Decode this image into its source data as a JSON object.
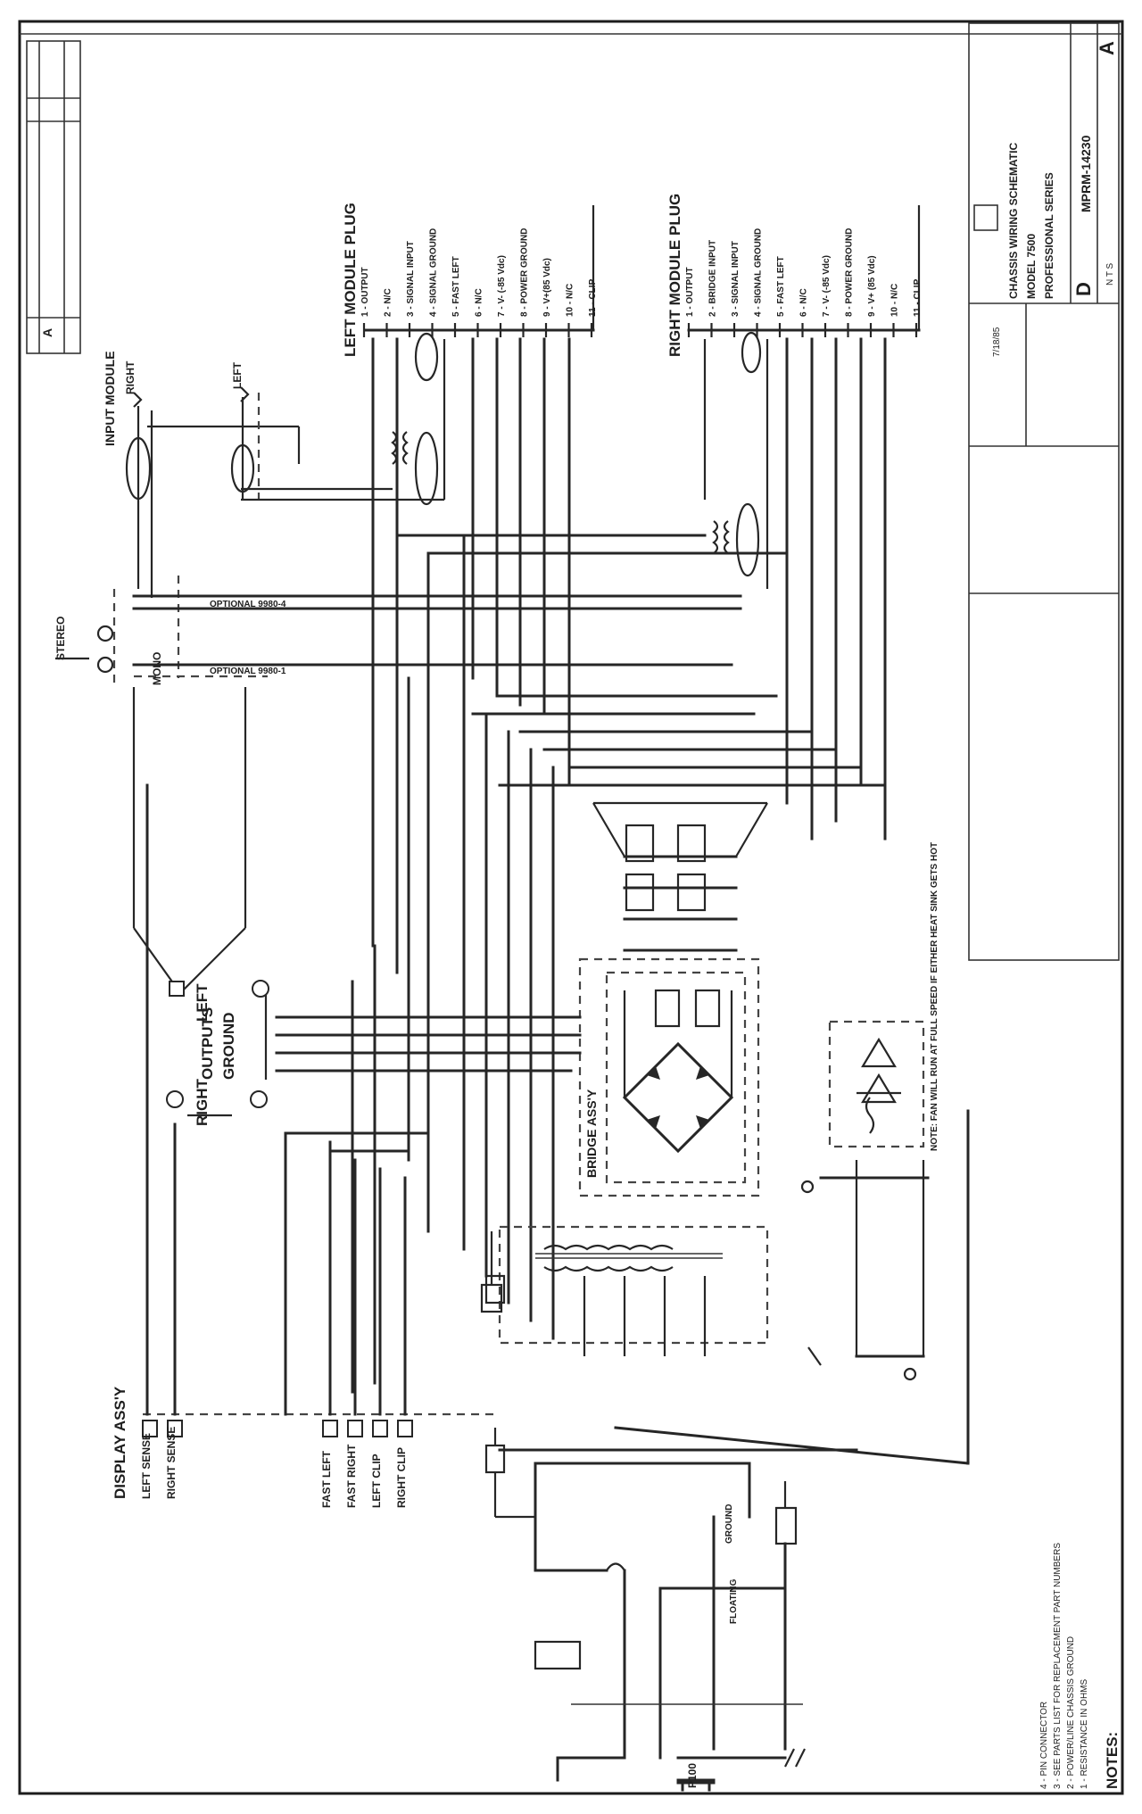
{
  "title_block": {
    "title_line1": "CHASSIS WIRING SCHEMATIC",
    "title_line2": "MODEL 7500",
    "title_line3": "PROFESSIONAL SERIES",
    "drawing_no": "MPRM-14230",
    "size": "D",
    "rev": "A",
    "scale": "N T S",
    "date": "7/18/85"
  },
  "plugs": {
    "left_title": "LEFT MODULE PLUG",
    "left_pins": [
      "1 - OUTPUT",
      "2 - N/C",
      "3 - SIGNAL INPUT",
      "4 - SIGNAL GROUND",
      "5 - FAST LEFT",
      "6 - N/C",
      "7 - V- (-85 Vdc)",
      "8 - POWER GROUND",
      "9 - V+(85 Vdc)",
      "10 - N/C",
      "11 - CLIP"
    ],
    "right_title": "RIGHT MODULE PLUG",
    "right_pins": [
      "1 - OUTPUT",
      "2 - BRIDGE INPUT",
      "3 - SIGNAL INPUT",
      "4 - SIGNAL GROUND",
      "5 - FAST LEFT",
      "6 - N/C",
      "7 - V- (-85 Vdc)",
      "8 - POWER GROUND",
      "9 - V+ (85 Vdc)",
      "10 - N/C",
      "11 - CLIP"
    ]
  },
  "blocks": {
    "input_module": "INPUT MODULE",
    "right": "RIGHT",
    "left": "LEFT",
    "stereo": "STEREO",
    "mono": "MONO",
    "outputs": "OUTPUTS",
    "ground": "GROUND",
    "out_right": "RIGHT",
    "out_left": "LEFT",
    "bridge": "BRIDGE ASS'Y",
    "display": "DISPLAY ASS'Y",
    "left_sense": "LEFT SENSE",
    "right_sense": "RIGHT SENSE",
    "fast_left": "FAST LEFT",
    "fast_right": "FAST RIGHT",
    "left_clip": "LEFT CLIP",
    "right_clip": "RIGHT CLIP",
    "optional1": "OPTIONAL 9980-4",
    "optional2": "OPTIONAL 9980-1",
    "fan_note": "NOTE: FAN WILL RUN AT FULL SPEED IF EITHER HEAT SINK GETS HOT",
    "floating": "FLOATING",
    "ground_label": "GROUND",
    "plug": "P100"
  },
  "notes": {
    "heading": "NOTES:",
    "items": [
      "1 - RESISTANCE IN OHMS",
      "2 - POWER/LINE CHASSIS GROUND",
      "3 - SEE PARTS LIST FOR REPLACEMENT PART NUMBERS",
      "4 - PIN CONNECTOR"
    ]
  },
  "colors": {
    "ink": "#262626",
    "paper": "#ffffff"
  }
}
